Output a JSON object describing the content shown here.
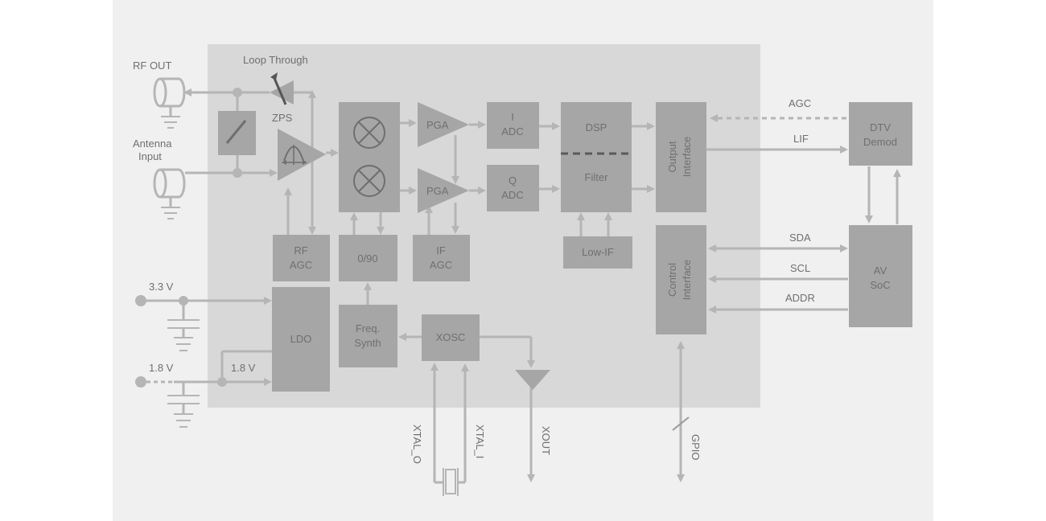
{
  "colors": {
    "outer_bg": "#f0f0f0",
    "chip_bg": "#d8d8d8",
    "block": "#a6a6a6",
    "wire": "#b5b5b5",
    "text": "#6f6f6f"
  },
  "labels": {
    "rf_out": "RF OUT",
    "antenna_input": [
      "Antenna",
      "Input"
    ],
    "loop_through": "Loop Through",
    "zps": "ZPS",
    "v33": "3.3 V",
    "v18": "1.8 V",
    "v18_inner": "1.8 V",
    "xtal_o": "XTAL_O",
    "xtal_i": "XTAL_I",
    "xout": "XOUT",
    "gpio": "GPIO",
    "agc": "AGC",
    "lif": "LIF",
    "sda": "SDA",
    "scl": "SCL",
    "addr": "ADDR"
  },
  "blocks": {
    "pga1": "PGA",
    "pga2": "PGA",
    "i_adc": [
      "I",
      "ADC"
    ],
    "q_adc": [
      "Q",
      "ADC"
    ],
    "dsp": "DSP",
    "filter": "Filter",
    "low_if": "Low-IF",
    "output_interface": [
      "Output",
      "Interface"
    ],
    "control_interface": [
      "Control",
      "Interface"
    ],
    "rf_agc": [
      "RF",
      "AGC"
    ],
    "phase": "0/90",
    "if_agc": [
      "IF",
      "AGC"
    ],
    "ldo": "LDO",
    "freq_synth": [
      "Freq.",
      "Synth"
    ],
    "xosc": "XOSC",
    "dtv_demod": [
      "DTV",
      "Demod"
    ],
    "av_soc": [
      "AV",
      "SoC"
    ]
  }
}
